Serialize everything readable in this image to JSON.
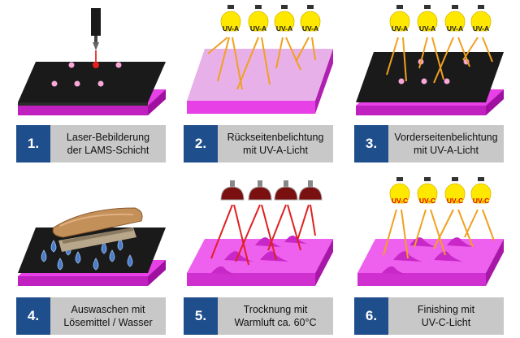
{
  "steps": [
    {
      "number": "1.",
      "line1": "Laser-Bebilderung",
      "line2": "der LAMS-Schicht"
    },
    {
      "number": "2.",
      "line1": "Rückseitenbelichtung",
      "line2": "mit UV-A-Licht"
    },
    {
      "number": "3.",
      "line1": "Vorderseitenbelichtung",
      "line2": "mit UV-A-Licht"
    },
    {
      "number": "4.",
      "line1": "Auswaschen mit",
      "line2": "Lösemittel / Wasser"
    },
    {
      "number": "5.",
      "line1": "Trocknung mit",
      "line2": "Warmluft ca. 60°C"
    },
    {
      "number": "6.",
      "line1": "Finishing mit",
      "line2": "UV-C-Licht"
    }
  ],
  "bulbs": {
    "uva_label": "UV-A",
    "uvc_label": "UV-C"
  },
  "colors": {
    "step_number_bg": "#1f4e8c",
    "caption_bg": "#c8c8c8",
    "plate_magenta": "#e640e6",
    "lams_black": "#1a1a1a",
    "uv_bulb_yellow": "#ffe800",
    "uv_ray_orange": "#f0a020",
    "warm_ray_red": "#e02020",
    "laser_red": "#e00000"
  },
  "icons": [
    "laser-head-icon",
    "uv-bulb-icon",
    "infrared-lamp-icon",
    "brush-icon",
    "droplet-icon",
    "relief-dot-icon"
  ]
}
